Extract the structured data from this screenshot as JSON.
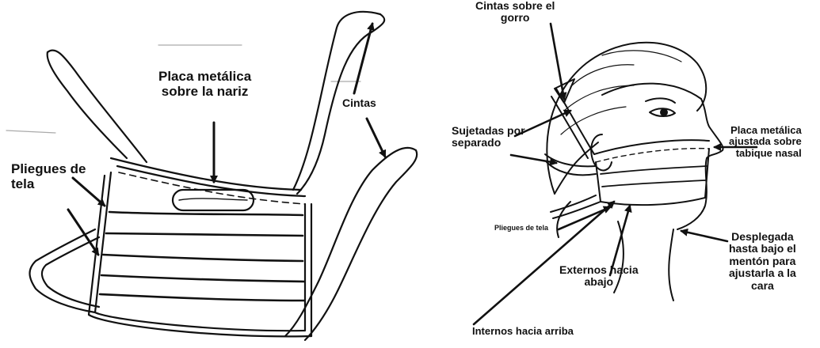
{
  "colors": {
    "ink": "#111111",
    "paper": "#ffffff",
    "faint": "#999999"
  },
  "left_figure": {
    "metal_plate_label": [
      "Placa metálica",
      "sobre la nariz"
    ],
    "ties_label": "Cintas",
    "fabric_folds_label": [
      "Pliegues de",
      "tela"
    ]
  },
  "right_figure": {
    "ties_over_cap_label": [
      "Cintas sobre el",
      "gorro"
    ],
    "tied_separately_label": [
      "Sujetadas por",
      "separado"
    ],
    "metal_plate_adjusted_label": [
      "Placa metálica",
      "ajustada sobre",
      "tabique nasal"
    ],
    "fabric_folds_label": "Pliegues de tela",
    "external_down_label": [
      "Externos hacia",
      "abajo"
    ],
    "unfolded_label": [
      "Desplegada",
      "hasta bajo el",
      "mentón para",
      "ajustarla a la",
      "cara"
    ],
    "internal_up_label": "Internos hacia arriba"
  }
}
